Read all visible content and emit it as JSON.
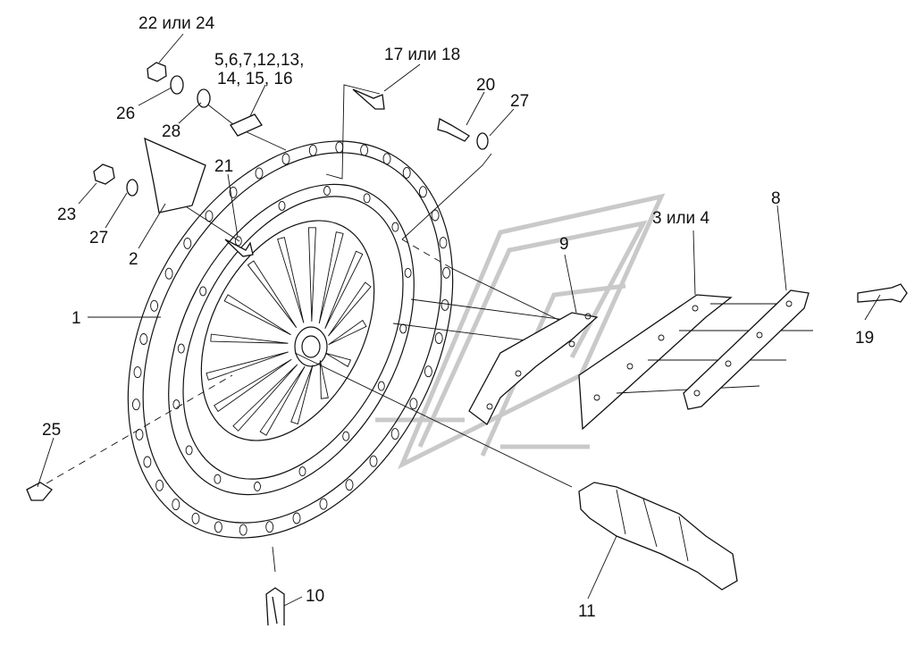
{
  "labels": {
    "l22_24": "22 или 24",
    "l5_16a": "5,6,7,12,13,",
    "l5_16b": "14, 15, 16",
    "l17_18": "17 или 18",
    "l20": "20",
    "l27a": "27",
    "l26": "26",
    "l28": "28",
    "l21": "21",
    "l23": "23",
    "l27b": "27",
    "l2": "2",
    "l1": "1",
    "l3_4": "3 или 4",
    "l9": "9",
    "l8": "8",
    "l19": "19",
    "l25": "25",
    "l10": "10",
    "l11": "11"
  },
  "colors": {
    "line": "#111111",
    "watermark": "#c9c9c9",
    "background": "#ffffff"
  }
}
